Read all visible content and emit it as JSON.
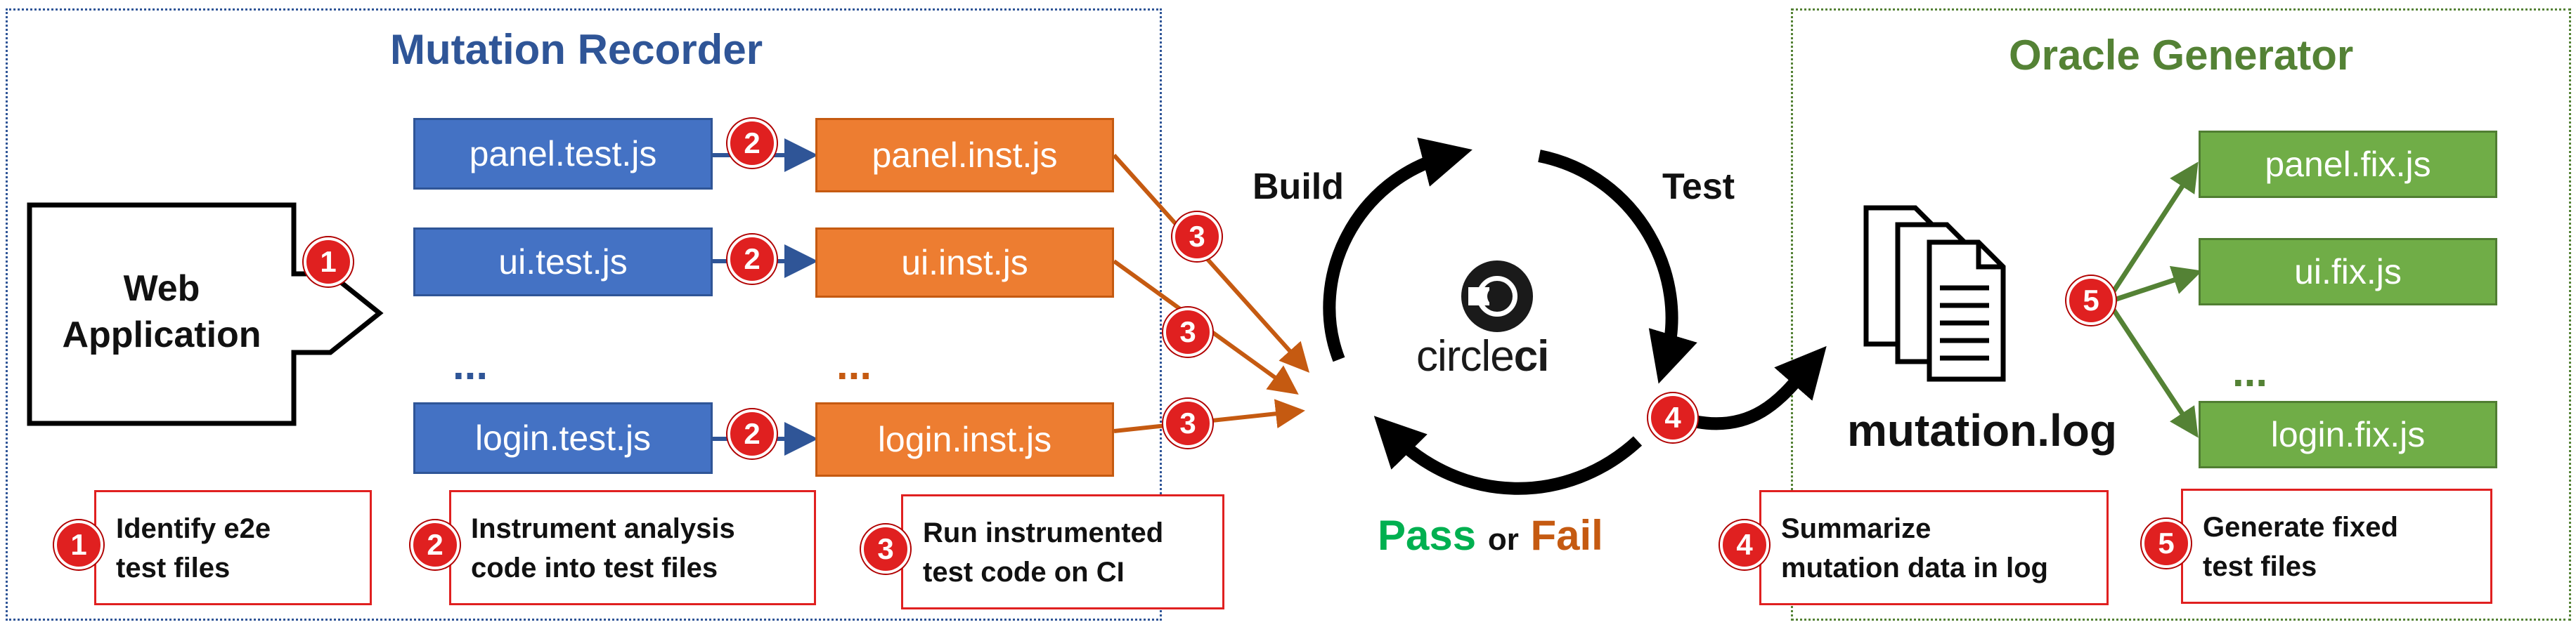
{
  "recorder": {
    "title": "Mutation Recorder",
    "web_app_line1": "Web",
    "web_app_line2": "Application",
    "test_files": [
      "panel.test.js",
      "ui.test.js",
      "login.test.js"
    ],
    "inst_files": [
      "panel.inst.js",
      "ui.inst.js",
      "login.inst.js"
    ],
    "ellipsis": "..."
  },
  "ci": {
    "build_label": "Build",
    "test_label": "Test",
    "logo_text_a": "circle",
    "logo_text_b": "ci",
    "pass_label": "Pass",
    "or_label": "or",
    "fail_label": "Fail"
  },
  "oracle": {
    "title": "Oracle Generator",
    "log_label": "mutation.log",
    "fix_files": [
      "panel.fix.js",
      "ui.fix.js",
      "login.fix.js"
    ],
    "ellipsis": "..."
  },
  "steps": [
    "1",
    "2",
    "3",
    "4",
    "5"
  ],
  "legend": [
    {
      "step": "1",
      "line1": "Identify e2e",
      "line2": "test files"
    },
    {
      "step": "2",
      "line1": "Instrument analysis",
      "line2": "code into test files"
    },
    {
      "step": "3",
      "line1": "Run instrumented",
      "line2": "test code on CI"
    },
    {
      "step": "4",
      "line1": "Summarize",
      "line2": "mutation data in log"
    },
    {
      "step": "5",
      "line1": "Generate fixed",
      "line2": "test files"
    }
  ],
  "colors": {
    "blue": "#4472c4",
    "orange": "#ed7d31",
    "green": "#70ad47",
    "red": "#e02020",
    "recorder_title": "#2f5597",
    "oracle_title": "#548235",
    "pass": "#00b050",
    "fail": "#c55a11"
  }
}
